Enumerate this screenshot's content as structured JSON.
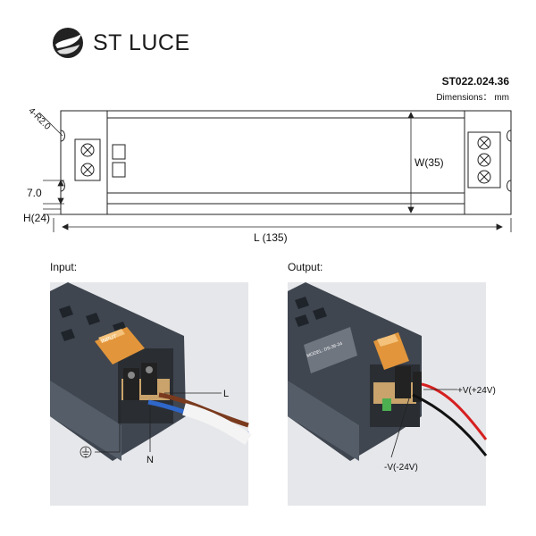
{
  "brand": {
    "name": "ST LUCE"
  },
  "header": {
    "model": "ST022.024.36",
    "units": "Dimensions： mm"
  },
  "drawing": {
    "corner_label": "4-R2.0",
    "width_label": "W(35)",
    "length_label": "L (135)",
    "height_label": "H(24)",
    "offset_label": "7.0"
  },
  "photos": {
    "input": {
      "title": "Input:",
      "label_L": "L",
      "label_N": "N",
      "sticker_text": "INPUT",
      "ground_symbol": "earth-ground-icon"
    },
    "output": {
      "title": "Output:",
      "label_pos": "+V(+24V)",
      "label_neg": "-V(-24V)",
      "sticker_text": "MODEL: DS-36-24"
    }
  },
  "colors": {
    "housing": "#3f4650",
    "terminal_cover": "#e2953a",
    "wire_red": "#d62020",
    "wire_brown": "#7a3a1e",
    "wire_blue": "#2f66c9",
    "photo_bg": "#e6e7ea"
  }
}
